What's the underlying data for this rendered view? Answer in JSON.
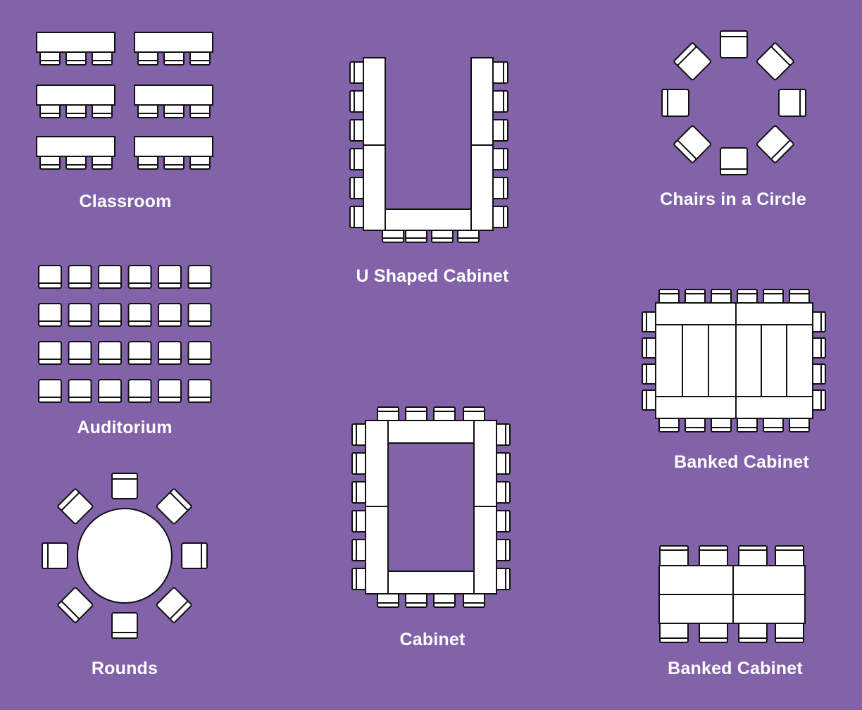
{
  "background_color": "#8262a8",
  "figure_fill": "#ffffff",
  "figure_stroke": "#111111",
  "layouts": [
    {
      "id": "classroom",
      "label": "Classroom"
    },
    {
      "id": "u-shaped",
      "label": "U Shaped Cabinet"
    },
    {
      "id": "circle",
      "label": "Chairs in a Circle"
    },
    {
      "id": "auditorium",
      "label": "Auditorium"
    },
    {
      "id": "banked-1",
      "label": "Banked Cabinet"
    },
    {
      "id": "cabinet",
      "label": "Cabinet"
    },
    {
      "id": "rounds",
      "label": "Rounds"
    },
    {
      "id": "banked-2",
      "label": "Banked Cabinet"
    }
  ]
}
